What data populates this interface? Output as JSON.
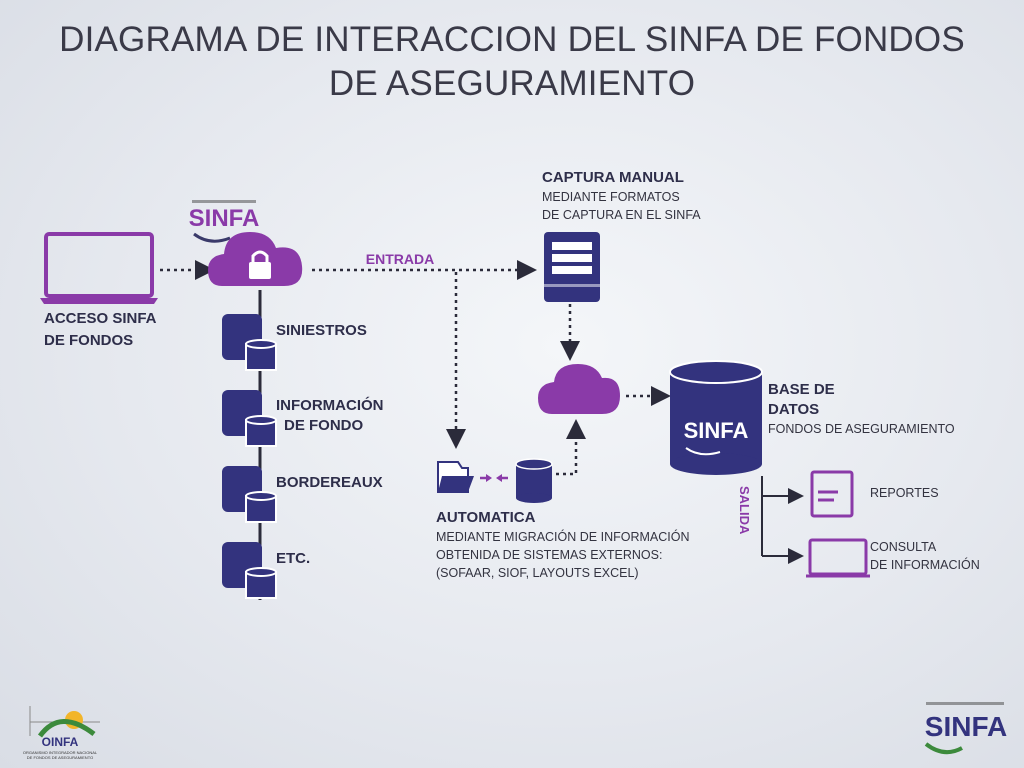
{
  "title_line1": "DIAGRAMA DE INTERACCION DEL SINFA DE FONDOS",
  "title_line2": "DE ASEGURAMIENTO",
  "access": {
    "line1": "ACCESO SINFA",
    "line2": "DE FONDOS"
  },
  "sinfa_logo_text": "SINFA",
  "arrow_entrada": "ENTRADA",
  "stack_items": [
    "SINIESTROS",
    "INFORMACIÓN",
    "DE FONDO",
    "BORDEREAUX",
    "ETC."
  ],
  "captura": {
    "title": "CAPTURA MANUAL",
    "line1": "MEDIANTE FORMATOS",
    "line2": "DE CAPTURA EN EL SINFA"
  },
  "automatica": {
    "title": "AUTOMATICA",
    "line1": "MEDIANTE MIGRACIÓN DE INFORMACIÓN",
    "line2": "OBTENIDA DE SISTEMAS EXTERNOS:",
    "line3": "(SOFAAR, SIOF, LAYOUTS EXCEL)"
  },
  "base": {
    "line1": "BASE DE",
    "line2": "DATOS",
    "line3": "FONDOS DE ASEGURAMIENTO"
  },
  "salida": "SALIDA",
  "outputs": {
    "reportes": "REPORTES",
    "consulta1": "CONSULTA",
    "consulta2": "DE INFORMACIÓN"
  },
  "footer_left": {
    "logo": "OINFA",
    "subtitle1": "ORGANISMO INTEGRADOR NACIONAL",
    "subtitle2": "DE FONDOS DE ASEGURAMIENTO"
  },
  "footer_right_logo": "SINFA",
  "colors": {
    "purple": "#8a3aa8",
    "navy": "#33337e",
    "text": "#2e2e4a",
    "green": "#3c8a3c"
  }
}
